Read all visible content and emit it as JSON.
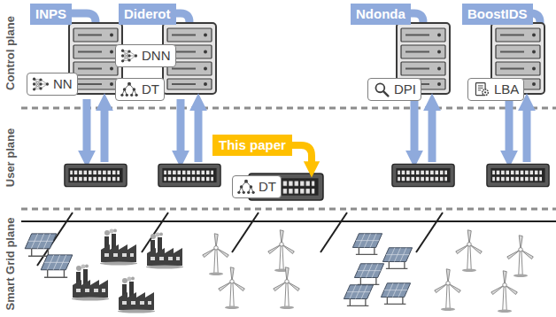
{
  "diagram": {
    "nodes": [
      {
        "text": [
          "INPS"
        ]
      },
      {
        "text": [
          "NN"
        ],
        "in": 0
      },
      {
        "text": [
          "Diderot"
        ]
      },
      {
        "text": [
          "DNN"
        ],
        "in": 2
      },
      {
        "text": [
          "DT"
        ],
        "in": 2
      },
      {
        "text": [
          "Ndonda"
        ]
      },
      {
        "text": [
          "DPI"
        ],
        "in": 5
      },
      {
        "text": [
          "BoostIDS"
        ]
      },
      {
        "text": [
          "LBA"
        ],
        "in": 7
      },
      {
        "text": [
          "This paper"
        ]
      },
      {
        "text": [
          "DT"
        ]
      }
    ],
    "edges": [
      {
        "from": 9,
        "to": 10,
        "arrow": "to"
      }
    ],
    "labels": [
      "Control plane",
      "User plane",
      "Smart Grid plane"
    ]
  }
}
